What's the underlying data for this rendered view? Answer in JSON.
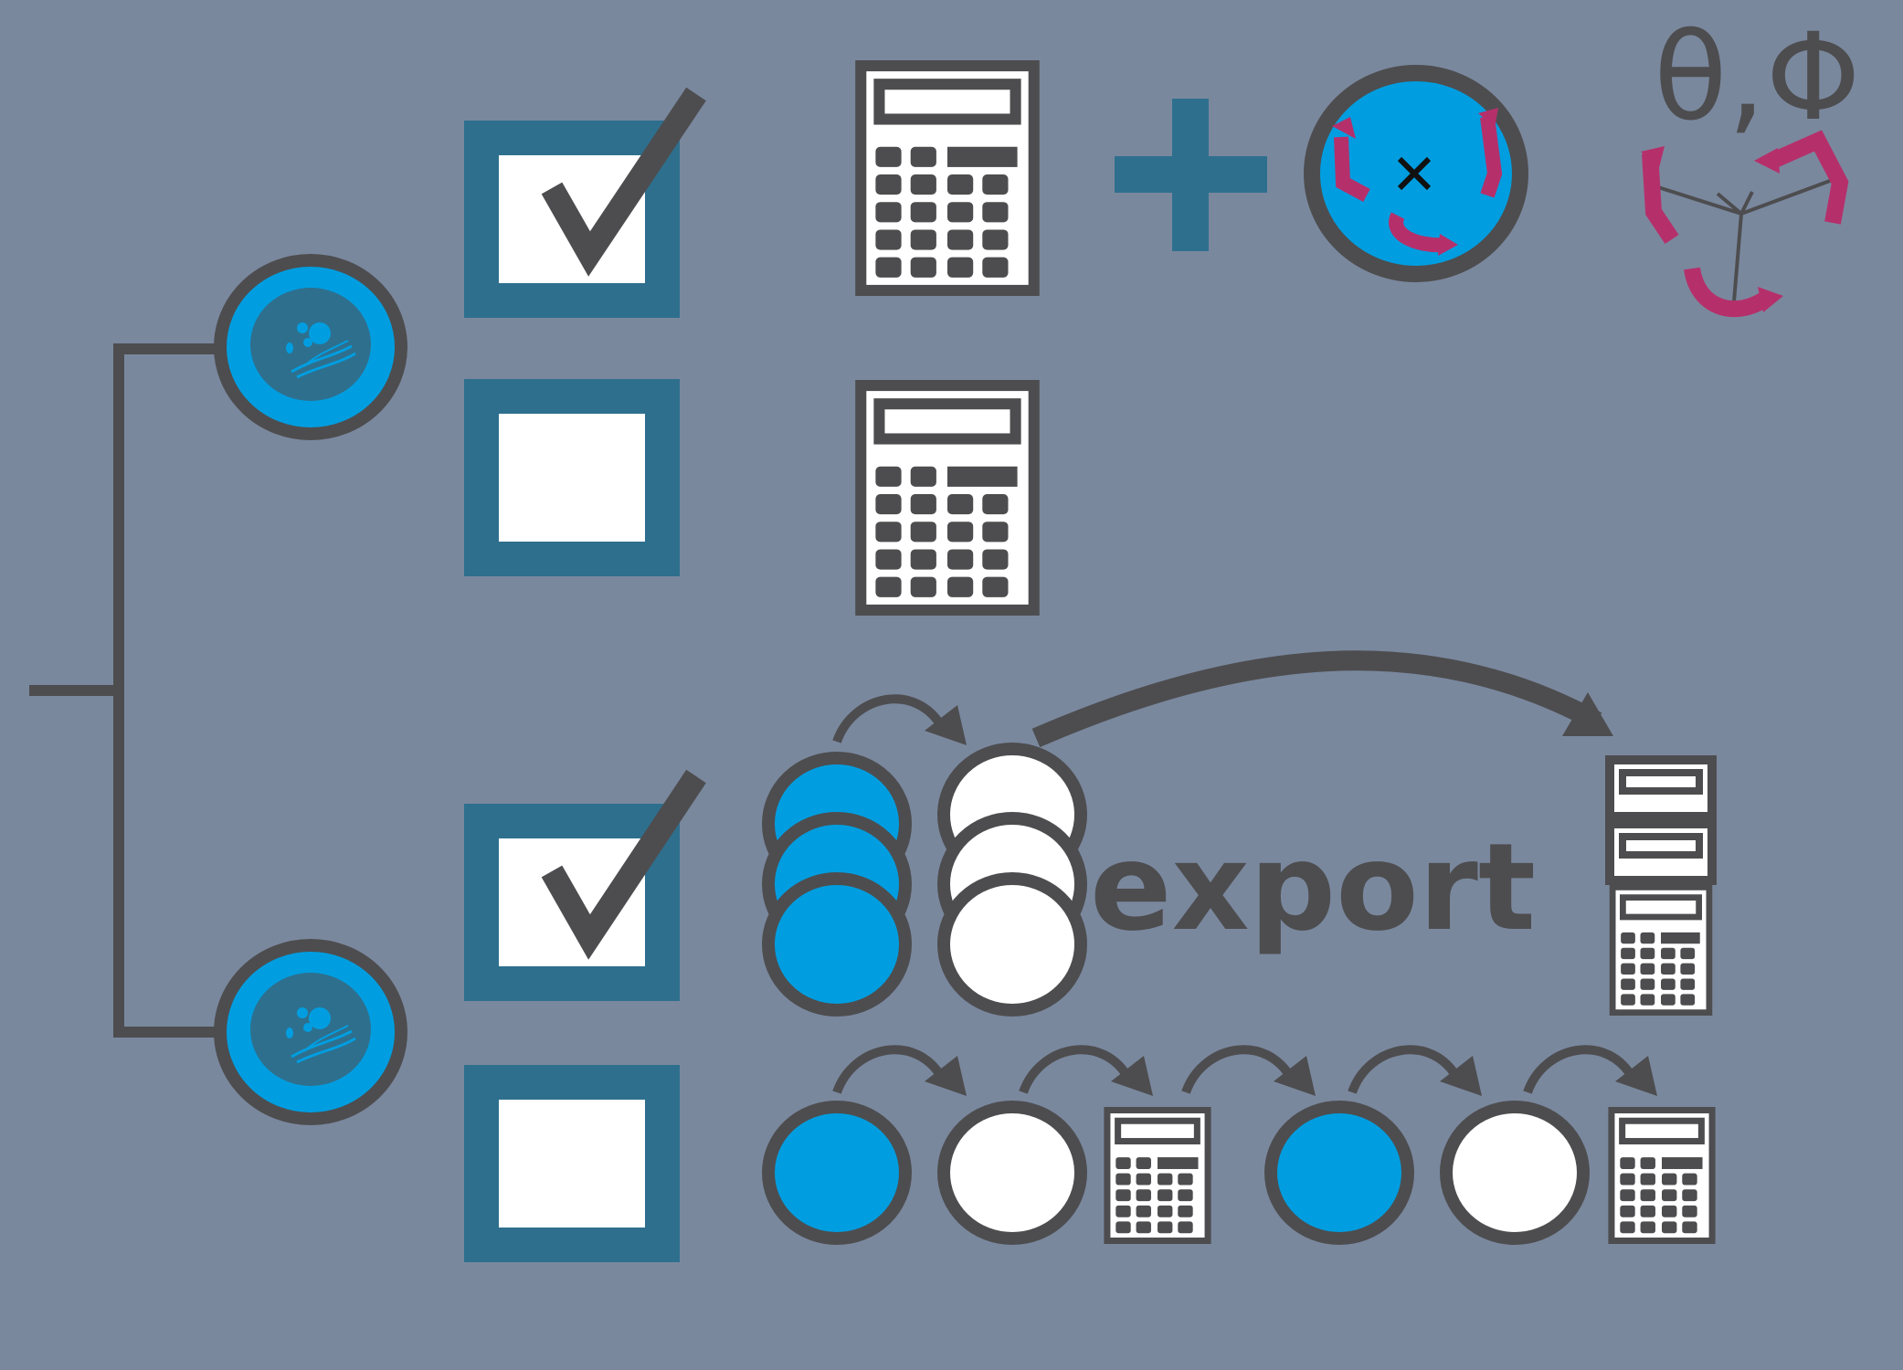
{
  "labels": {
    "angles": "θ,Φ",
    "export": "export"
  },
  "colors": {
    "background": "#7a889e",
    "stroke": "#4d4d4f",
    "checkbox_frame": "#2e6f8e",
    "checkbox_fill": "#ffffff",
    "node_blue": "#009ee0",
    "node_white": "#ffffff",
    "plus": "#2e6f8e",
    "rotation_arrow": "#b5306b"
  },
  "icons": {
    "tree_node": "dish-icon",
    "checkbox": "checkbox-icon",
    "calculator": "calculator-icon",
    "plus": "plus-icon",
    "rotation": "rotation-globe-icon",
    "axes": "rotation-axes-icon",
    "node": "circle-node-icon",
    "arrow": "curved-arrow-icon"
  },
  "rows": [
    {
      "id": "row-1",
      "checked": true
    },
    {
      "id": "row-2",
      "checked": false
    },
    {
      "id": "row-3",
      "checked": true
    },
    {
      "id": "row-4",
      "checked": false
    }
  ],
  "sequence": [
    "blue",
    "white",
    "calculator",
    "blue",
    "white",
    "calculator"
  ]
}
